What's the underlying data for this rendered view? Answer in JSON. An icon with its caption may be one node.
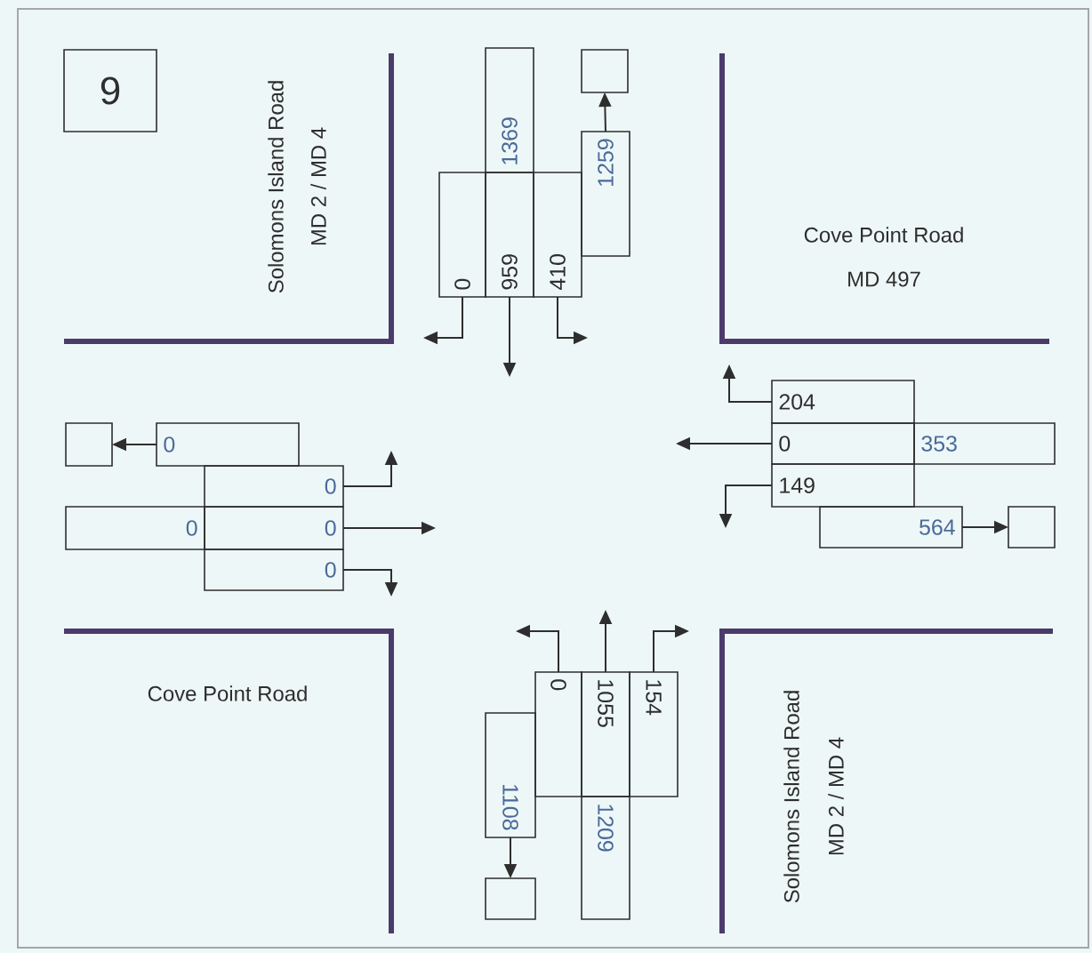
{
  "diagram": {
    "nodes": [
      {
        "text": [
          "9"
        ]
      },
      {
        "text": [
          "1369"
        ]
      },
      {
        "text": [],
        "shape": "box"
      },
      {
        "text": [
          "1259"
        ]
      },
      {
        "text": [
          "0"
        ]
      },
      {
        "text": [
          "959"
        ]
      },
      {
        "text": [
          "410"
        ]
      },
      {
        "text": [],
        "shape": "box"
      },
      {
        "text": [
          "0"
        ]
      },
      {
        "text": [
          "0"
        ]
      },
      {
        "text": [
          "0"
        ]
      },
      {
        "text": [
          "0"
        ]
      },
      {
        "text": [
          "0"
        ]
      },
      {
        "text": [
          "204"
        ]
      },
      {
        "text": [
          "0"
        ]
      },
      {
        "text": [
          "353"
        ]
      },
      {
        "text": [
          "149"
        ]
      },
      {
        "text": [
          "564"
        ]
      },
      {
        "text": [],
        "shape": "box"
      },
      {
        "text": [
          "0"
        ]
      },
      {
        "text": [
          "1055"
        ]
      },
      {
        "text": [
          "154"
        ]
      },
      {
        "text": [
          "1108"
        ]
      },
      {
        "text": [
          "1209"
        ]
      },
      {
        "text": [],
        "shape": "box"
      }
    ],
    "edges": [
      {
        "from": 3,
        "to": 2,
        "arrow": "to"
      },
      {
        "from": 4,
        "to": null,
        "arrow": "to"
      },
      {
        "from": 5,
        "to": null,
        "arrow": "to"
      },
      {
        "from": 6,
        "to": null,
        "arrow": "to"
      },
      {
        "from": 8,
        "to": 7,
        "arrow": "to"
      },
      {
        "from": 9,
        "to": null,
        "arrow": "to"
      },
      {
        "from": 11,
        "to": null,
        "arrow": "to"
      },
      {
        "from": 12,
        "to": null,
        "arrow": "to"
      },
      {
        "from": 13,
        "to": null,
        "arrow": "to"
      },
      {
        "from": 14,
        "to": null,
        "arrow": "to"
      },
      {
        "from": 16,
        "to": null,
        "arrow": "to"
      },
      {
        "from": 17,
        "to": 18,
        "arrow": "to"
      },
      {
        "from": 19,
        "to": null,
        "arrow": "to"
      },
      {
        "from": 20,
        "to": null,
        "arrow": "to"
      },
      {
        "from": 21,
        "to": null,
        "arrow": "to"
      },
      {
        "from": 22,
        "to": 24,
        "arrow": "to"
      }
    ],
    "labels": [
      "Solomons Island Road",
      "MD 2 / MD 4",
      "Cove Point Road",
      "MD 497",
      "Cove Point Road",
      "Solomons Island Road",
      "MD 2 / MD 4"
    ]
  }
}
